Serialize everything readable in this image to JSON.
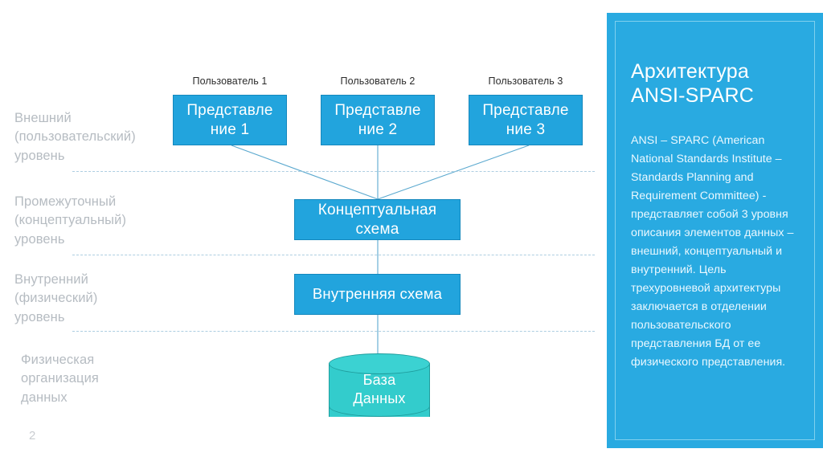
{
  "slide": {
    "page_number": "2",
    "background": "#ffffff"
  },
  "colors": {
    "box_fill": "#22a4dd",
    "box_border": "#1488bd",
    "panel_fill": "#29aae1",
    "panel_inner_border": "#7fd0ee",
    "cylinder_fill": "#33cccc",
    "cylinder_border": "#1f9d9d",
    "divider": "#9fc6dc",
    "level_label_text": "#b6bcc2",
    "box_text": "#ffffff",
    "caption_text": "#2b2b2b"
  },
  "levels": [
    {
      "id": "external",
      "label": "Внешний\n(пользовательский)\nуровень"
    },
    {
      "id": "conceptual",
      "label": "Промежуточный\n(концептуальный)\nуровень"
    },
    {
      "id": "internal",
      "label": "Внутренний\n(физический)\nуровень"
    },
    {
      "id": "physical",
      "label": "Физическая\nорганизация\nданных"
    }
  ],
  "users": [
    {
      "caption": "Пользователь 1",
      "box_label": "Представле\nние 1"
    },
    {
      "caption": "Пользователь 2",
      "box_label": "Представле\nние 2"
    },
    {
      "caption": "Пользователь 3",
      "box_label": "Представле\nние 3"
    }
  ],
  "schemas": {
    "conceptual": "Концептуальная\nсхема",
    "internal": "Внутренняя схема"
  },
  "database": {
    "label": "База\nДанных"
  },
  "panel": {
    "title": "Архитектура\nANSI-SPARC",
    "body": "ANSI – SPARC (American National Standards Institute – Standards Planning and Requirement Committee) - представляет собой 3 уровня описания элементов данных – внешний, концептуальный и внутренний. Цель трехуровневой архитектуры заключается в отделении пользовательского представления БД от ее физического представления."
  }
}
